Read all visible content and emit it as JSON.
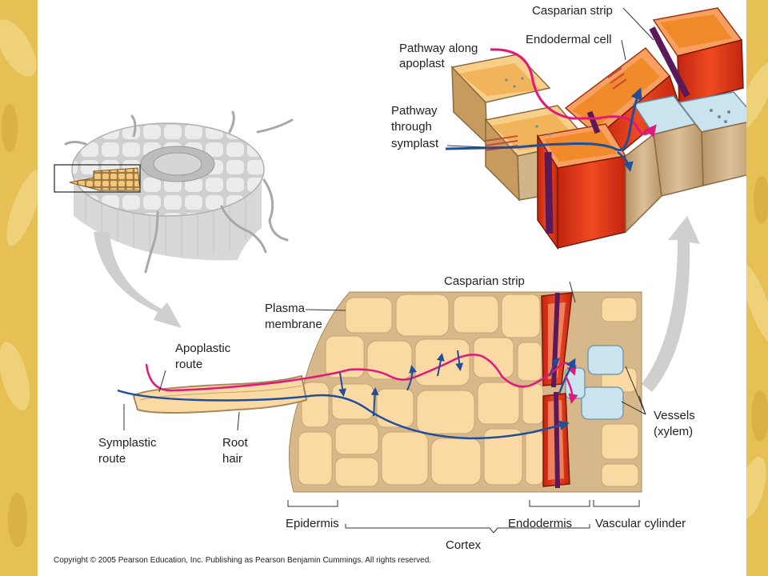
{
  "labels": {
    "casparian_strip_top": "Casparian strip",
    "endodermal_cell": "Endodermal cell",
    "pathway_apoplast_1": "Pathway along",
    "pathway_apoplast_2": "apoplast",
    "pathway_symplast_1": "Pathway",
    "pathway_symplast_2": "through",
    "pathway_symplast_3": "symplast",
    "casparian_strip_bottom": "Casparian strip",
    "plasma_membrane_1": "Plasma",
    "plasma_membrane_2": "membrane",
    "apoplastic_route_1": "Apoplastic",
    "apoplastic_route_2": "route",
    "symplastic_route_1": "Symplastic",
    "symplastic_route_2": "route",
    "root_hair_1": "Root",
    "root_hair_2": "hair",
    "vessels_1": "Vessels",
    "vessels_2": "(xylem)",
    "epidermis": "Epidermis",
    "endodermis": "Endodermis",
    "vascular_cylinder": "Vascular cylinder",
    "cortex": "Cortex"
  },
  "copyright": "Copyright © 2005 Pearson Education, Inc. Publishing as Pearson Benjamin Cummings. All rights reserved.",
  "colors": {
    "apoplast": "#e0197a",
    "symplast": "#1f4f9a",
    "cortex_cell": "#fbd9a3",
    "cell_wall": "#d6b88a",
    "endodermis": "#e0401e",
    "casparian": "#5a1a5a",
    "vessel": "#c9e3ef",
    "root_gray": "#d9d9d9"
  }
}
